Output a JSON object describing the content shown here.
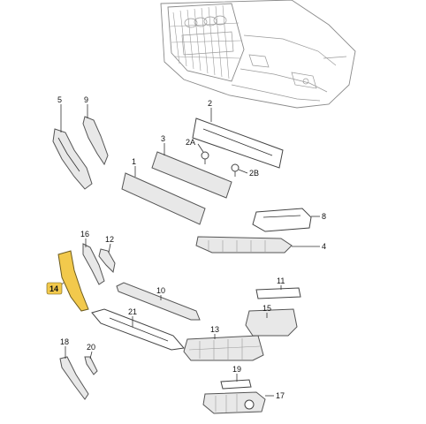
{
  "diagram": {
    "highlight_color": "#f2c94c",
    "labels": [
      "5",
      "9",
      "2",
      "3",
      "2A",
      "1",
      "2B",
      "8",
      "4",
      "16",
      "12",
      "14",
      "11",
      "10",
      "21",
      "15",
      "13",
      "18",
      "20",
      "19",
      "17"
    ],
    "highlighted_part": "14"
  }
}
